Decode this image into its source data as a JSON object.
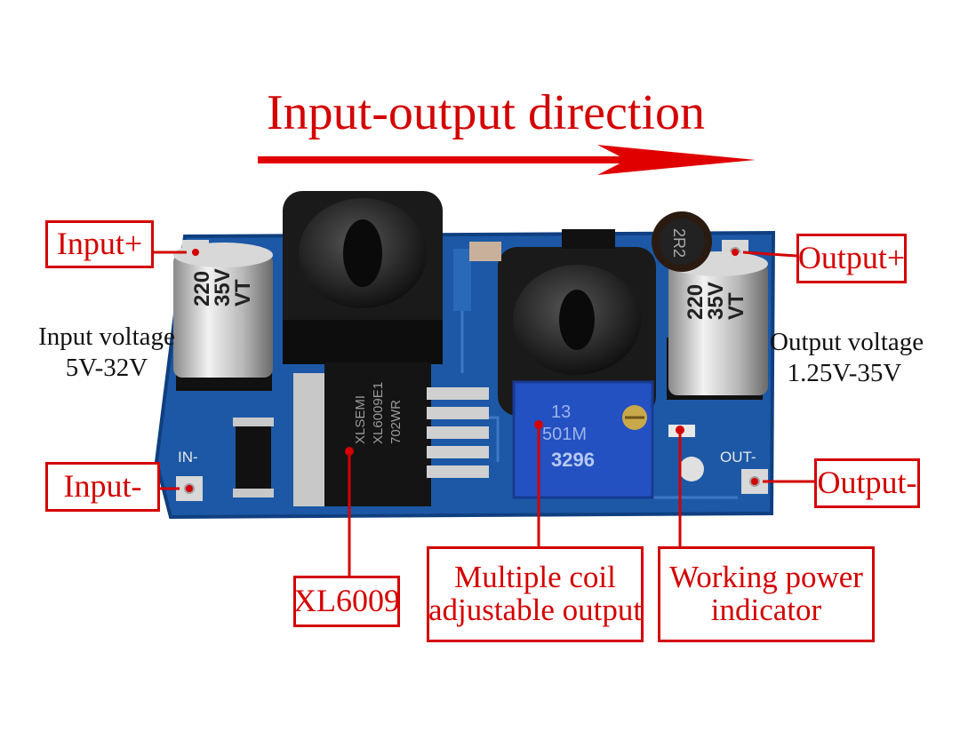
{
  "title": "Input-output direction",
  "labels": {
    "input_plus": "Input+",
    "input_minus": "Input-",
    "output_plus": "Output+",
    "output_minus": "Output-",
    "chip": "XL6009",
    "coil_line1": "Multiple coil",
    "coil_line2": "adjustable output",
    "indicator_line1": "Working power",
    "indicator_line2": "indicator"
  },
  "input_voltage": {
    "caption": "Input voltage",
    "range": "5V-32V"
  },
  "output_voltage": {
    "caption": "Output voltage",
    "range": "1.25V-35V"
  },
  "board": {
    "silk_in_minus": "IN-",
    "silk_out_minus": "OUT-",
    "cap_left": {
      "line1": "220",
      "line2": "35V",
      "line3": "VT"
    },
    "cap_right": {
      "line1": "220",
      "line2": "35V",
      "line3": "VT"
    },
    "ic_line1": "XLSEMI",
    "ic_line2": "XL6009E1",
    "ic_line3": "702WR",
    "small_inductor": "2R2",
    "pot_top": "13",
    "pot_mid": "501M",
    "pot_code": "3296"
  },
  "colors": {
    "accent": "#d40000",
    "pcb": "#1d5aa8",
    "text": "#111111"
  }
}
